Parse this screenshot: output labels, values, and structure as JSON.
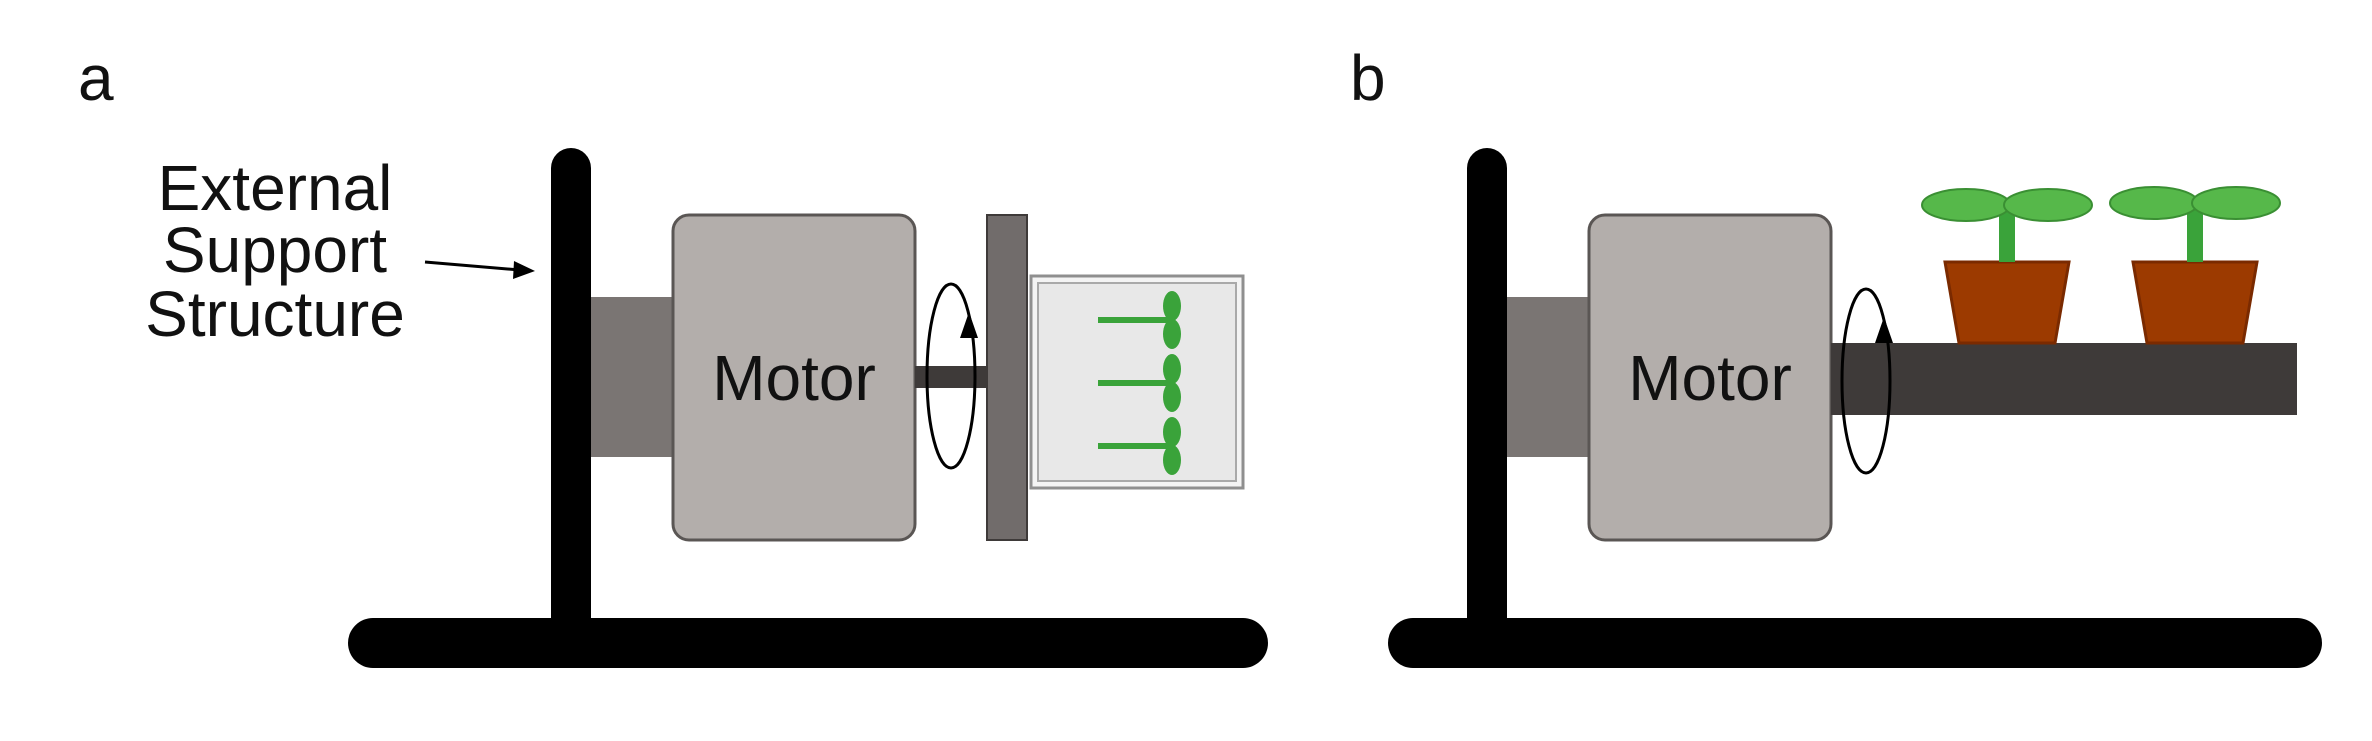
{
  "panels": [
    {
      "letter": "a",
      "motor_label": "Motor",
      "annotation_lines": [
        "External",
        "Support",
        "Structure"
      ]
    },
    {
      "letter": "b",
      "motor_label": "Motor"
    }
  ],
  "colors": {
    "frame": "#000000",
    "motor_body": "#b3aeab",
    "motor_edge": "#5a5654",
    "coupling": "#7a7573",
    "shaft": "#3e3a39",
    "plate": "#716c6b",
    "dish_fill": "#e8e8e8",
    "dish_edge": "#8f8f8f",
    "seedling": "#3aa33a",
    "leaf": "#56b84a",
    "pot": "#9c3a00",
    "pot_edge": "#7a2a00"
  },
  "icons": {
    "rotation": "rotation-arrow-icon",
    "arrow": "arrow-icon",
    "seedling": "seedling-icon",
    "plant": "potted-plant-icon"
  }
}
